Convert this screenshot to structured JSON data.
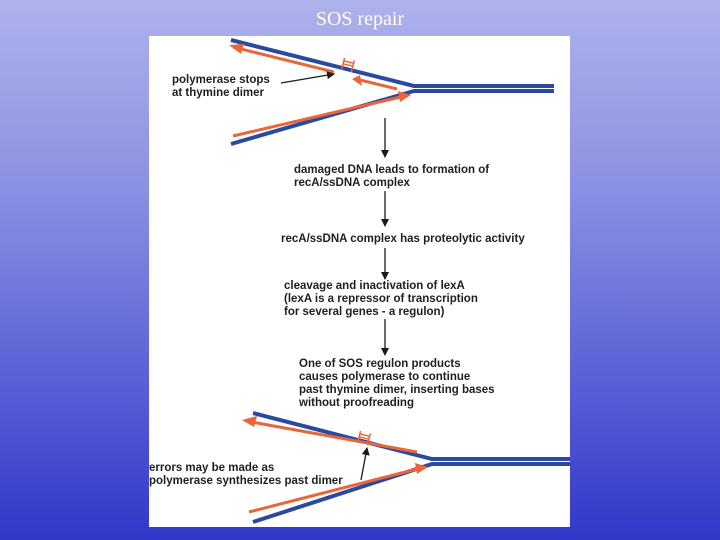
{
  "title": "SOS repair",
  "diagram": {
    "labels": {
      "polymerase_stops": "polymerase stops\nat thymine dimer",
      "step1": "damaged DNA leads to formation of\nrecA/ssDNA complex",
      "step2": "recA/ssDNA complex has proteolytic activity",
      "step3": "cleavage and inactivation of lexA\n(lexA is a repressor of transcription\nfor several genes - a regulon)",
      "step4": "One of SOS regulon products\ncauses polymerase to continue\npast thymine dimer, inserting bases\nwithout proofreading",
      "errors": "errors may be made as\npolymerase synthesizes past dimer"
    },
    "colors": {
      "dna_strand": "#2a4aa0",
      "new_strand": "#e8663a",
      "arrow": "#1a1a1a",
      "text": "#1f1f1f",
      "slide_background_top": "#aeb2ec",
      "slide_background_bottom": "#3137c8"
    }
  }
}
